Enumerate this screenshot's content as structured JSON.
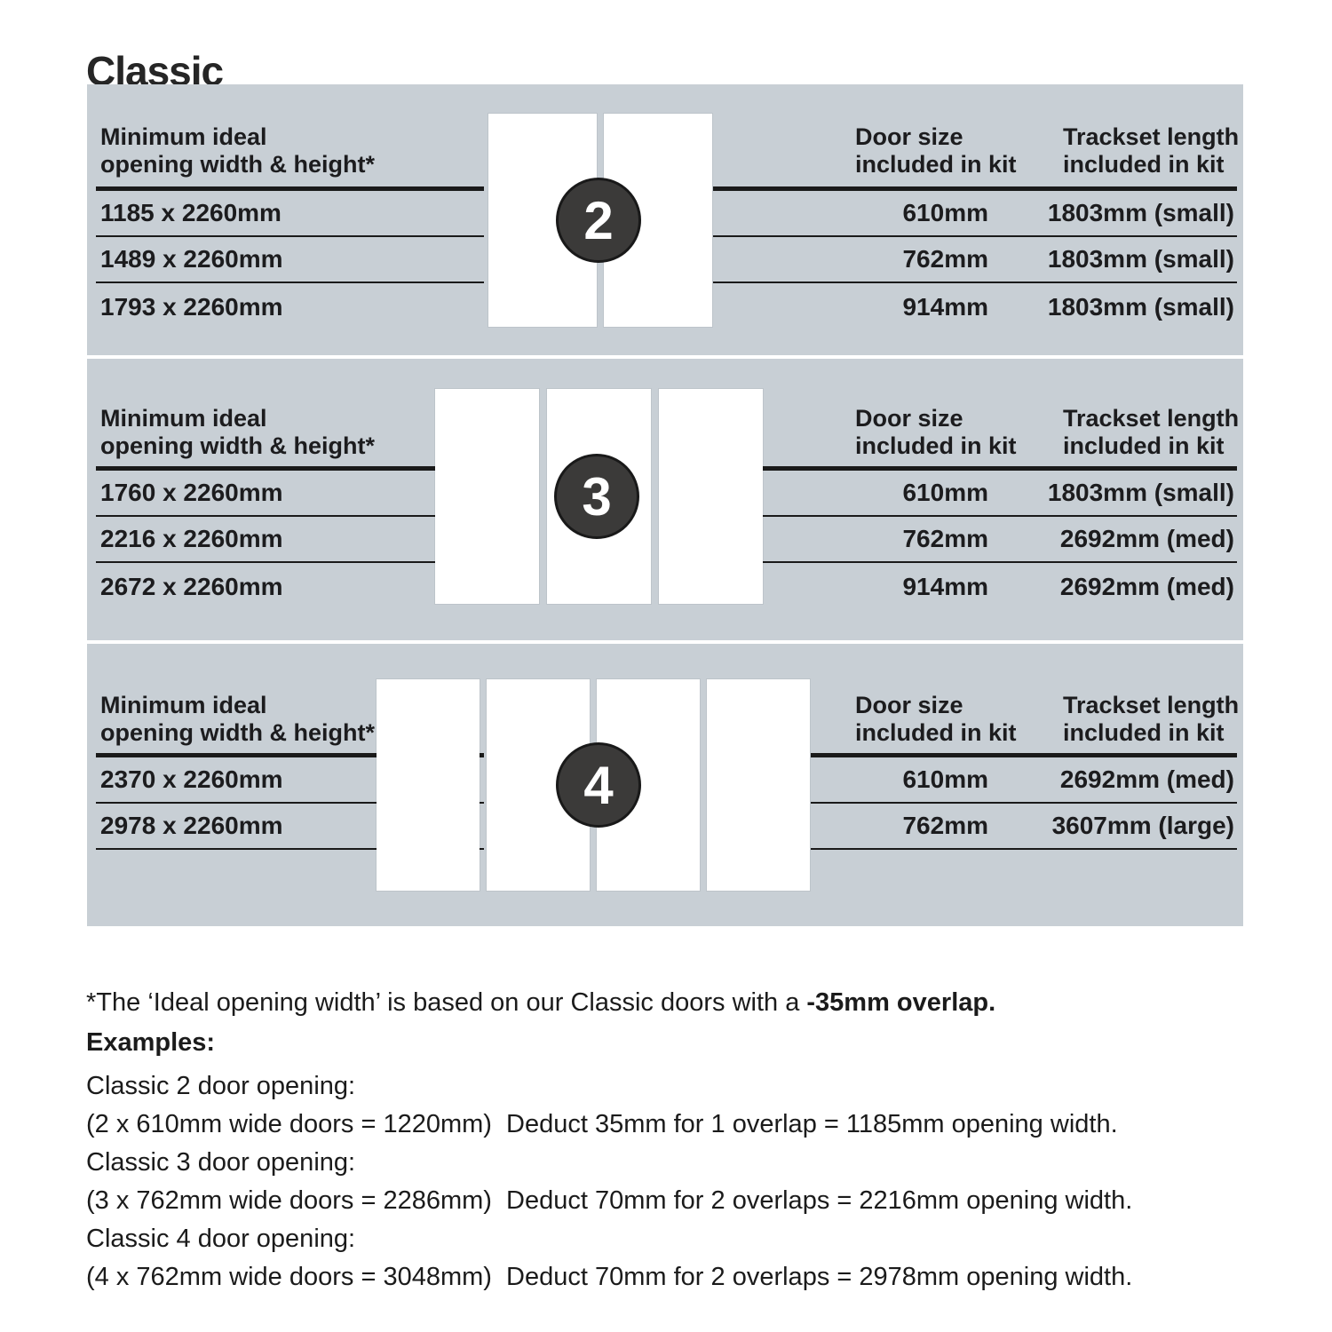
{
  "title": "Classic",
  "colors": {
    "panel_bg": "#c8cfd5",
    "badge_fill": "#3b3a39",
    "rule": "#1a1a1a",
    "text": "#1c1c1e"
  },
  "headers": {
    "opening": "Minimum ideal\nopening width & height*",
    "door_size": "Door size\nincluded in kit",
    "trackset": "Trackset length\nincluded in kit"
  },
  "panels": [
    {
      "door_count": "2",
      "rows": [
        {
          "opening": "1185 x 2260mm",
          "door_size": "610mm",
          "trackset": "1803mm (small)"
        },
        {
          "opening": "1489 x 2260mm",
          "door_size": "762mm",
          "trackset": "1803mm (small)"
        },
        {
          "opening": "1793 x 2260mm",
          "door_size": "914mm",
          "trackset": "1803mm (small)"
        }
      ]
    },
    {
      "door_count": "3",
      "rows": [
        {
          "opening": "1760 x 2260mm",
          "door_size": "610mm",
          "trackset": "1803mm (small)"
        },
        {
          "opening": "2216 x 2260mm",
          "door_size": "762mm",
          "trackset": "2692mm (med)"
        },
        {
          "opening": "2672 x 2260mm",
          "door_size": "914mm",
          "trackset": "2692mm (med)"
        }
      ]
    },
    {
      "door_count": "4",
      "rows": [
        {
          "opening": "2370 x 2260mm",
          "door_size": "610mm",
          "trackset": "2692mm (med)"
        },
        {
          "opening": "2978 x 2260mm",
          "door_size": "762mm",
          "trackset": "3607mm (large)"
        }
      ]
    }
  ],
  "footnote": {
    "regular": "*The ‘Ideal opening width’ is based on our Classic doors with a ",
    "bold": "-35mm overlap."
  },
  "examples": {
    "heading": "Examples:",
    "lines": [
      "Classic 2 door opening:",
      "(2 x 610mm wide doors = 1220mm)  Deduct 35mm for 1 overlap = 1185mm opening width.",
      "Classic 3 door opening:",
      "(3 x 762mm wide doors = 2286mm)  Deduct 70mm for 2 overlaps = 2216mm opening width.",
      "Classic 4 door opening:",
      "(4 x 762mm wide doors = 3048mm)  Deduct 70mm for 2 overlaps = 2978mm opening width."
    ]
  }
}
